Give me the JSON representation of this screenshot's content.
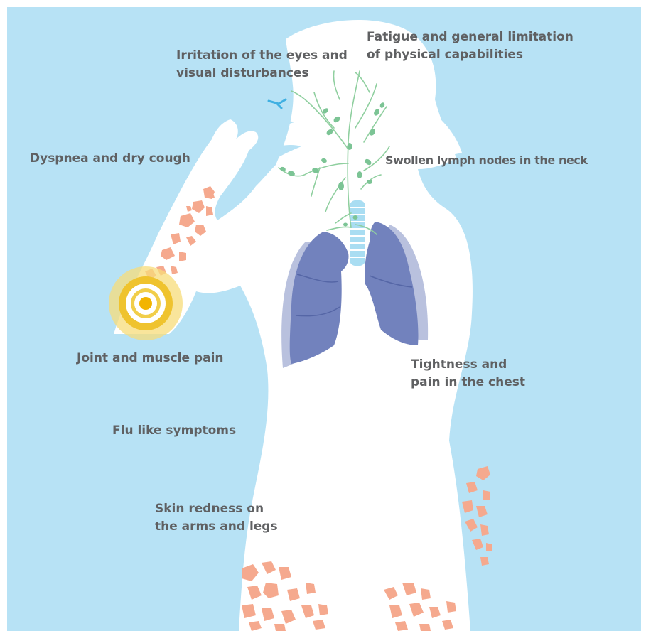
{
  "colors": {
    "background": "#b7e2f5",
    "figure": "#ffffff",
    "text": "#5f6062",
    "lung_inner": "#7282bd",
    "lung_outer": "#b9c1de",
    "trachea": "#a9ddf2",
    "lymph_line": "#8fcf9f",
    "lymph_node": "#7cc495",
    "skin_patch": "#f5a98e",
    "pain_outer": "#f7dc7a",
    "pain_mid": "#efc32e",
    "pain_core": "#f2b400",
    "eye_mark": "#3fb0e2"
  },
  "labels": {
    "eyes": [
      "Irritation of the eyes and",
      "visual disturbances"
    ],
    "fatigue": [
      "Fatigue and general limitation",
      "of physical capabilities"
    ],
    "dyspnea": [
      "Dyspnea and dry cough"
    ],
    "lymph": [
      "Swollen lymph nodes in the neck"
    ],
    "joint": [
      "Joint and muscle pain"
    ],
    "chest": [
      "Tightness and",
      "pain in the chest"
    ],
    "flu": [
      "Flu like symptoms"
    ],
    "skin": [
      "Skin redness on",
      "the arms and legs"
    ]
  }
}
